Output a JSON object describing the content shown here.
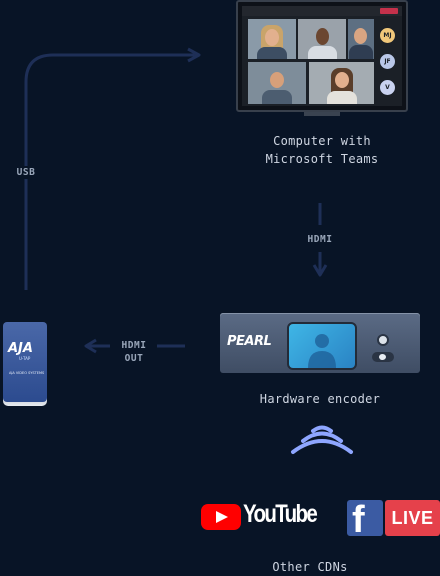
{
  "computer": {
    "label_line1": "Computer with",
    "label_line2": "Microsoft Teams",
    "avatars": [
      {
        "initials": "MJ",
        "color": "#f0c77a"
      },
      {
        "initials": "JF",
        "color": "#b9c7e8"
      },
      {
        "initials": "V",
        "color": "#c9d2f0"
      }
    ]
  },
  "connections": {
    "usb": "USB",
    "hdmi": "HDMI",
    "hdmi_out_line1": "HDMI",
    "hdmi_out_line2": "OUT"
  },
  "aja_device": {
    "brand": "AJA",
    "model_text": "U-TAP",
    "maker_text": "AJA VIDEO SYSTEMS"
  },
  "encoder": {
    "brand": "PEARL",
    "label": "Hardware encoder"
  },
  "cdn": {
    "youtube": "YouTube",
    "facebook_live": "LIVE",
    "other": "Other CDNs"
  },
  "colors": {
    "background": "#081426",
    "connector": "#1e2f57",
    "wireless": "#8ea6ff",
    "youtube_red": "#ff0000",
    "facebook_blue": "#3b5ba3",
    "live_red": "#e5414b"
  }
}
